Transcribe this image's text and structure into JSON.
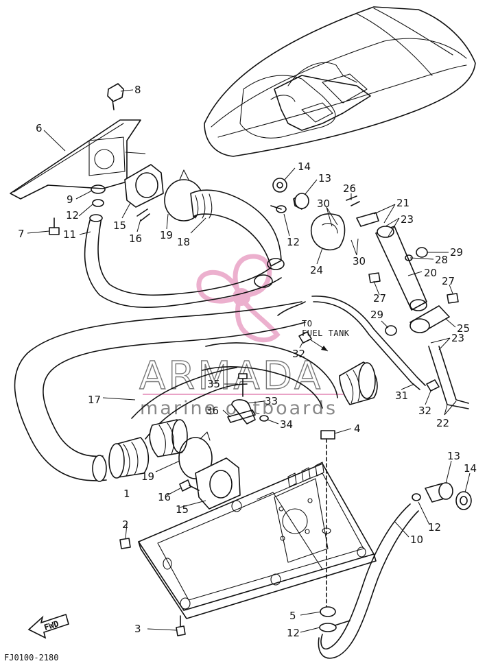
{
  "watermark": {
    "brand": "ARMADA",
    "tagline": "marine outboards",
    "accent_color": "#e9a3c6"
  },
  "drawing_code": "FJ0100-2180",
  "fwd_label": "FWD",
  "fuel_note": [
    "TO",
    "FUEL TANK"
  ],
  "callouts": [
    {
      "n": "1"
    },
    {
      "n": "2"
    },
    {
      "n": "3"
    },
    {
      "n": "4"
    },
    {
      "n": "5"
    },
    {
      "n": "6"
    },
    {
      "n": "7"
    },
    {
      "n": "8"
    },
    {
      "n": "9"
    },
    {
      "n": "10"
    },
    {
      "n": "11"
    },
    {
      "n": "12"
    },
    {
      "n": "12"
    },
    {
      "n": "12"
    },
    {
      "n": "12"
    },
    {
      "n": "13"
    },
    {
      "n": "13"
    },
    {
      "n": "14"
    },
    {
      "n": "14"
    },
    {
      "n": "15"
    },
    {
      "n": "15"
    },
    {
      "n": "16"
    },
    {
      "n": "16"
    },
    {
      "n": "17"
    },
    {
      "n": "18"
    },
    {
      "n": "19"
    },
    {
      "n": "19"
    },
    {
      "n": "20"
    },
    {
      "n": "21"
    },
    {
      "n": "22"
    },
    {
      "n": "23"
    },
    {
      "n": "23"
    },
    {
      "n": "24"
    },
    {
      "n": "25"
    },
    {
      "n": "26"
    },
    {
      "n": "27"
    },
    {
      "n": "27"
    },
    {
      "n": "28"
    },
    {
      "n": "29"
    },
    {
      "n": "29"
    },
    {
      "n": "30"
    },
    {
      "n": "30"
    },
    {
      "n": "31"
    },
    {
      "n": "32"
    },
    {
      "n": "32"
    },
    {
      "n": "33"
    },
    {
      "n": "34"
    },
    {
      "n": "35"
    },
    {
      "n": "36"
    }
  ]
}
